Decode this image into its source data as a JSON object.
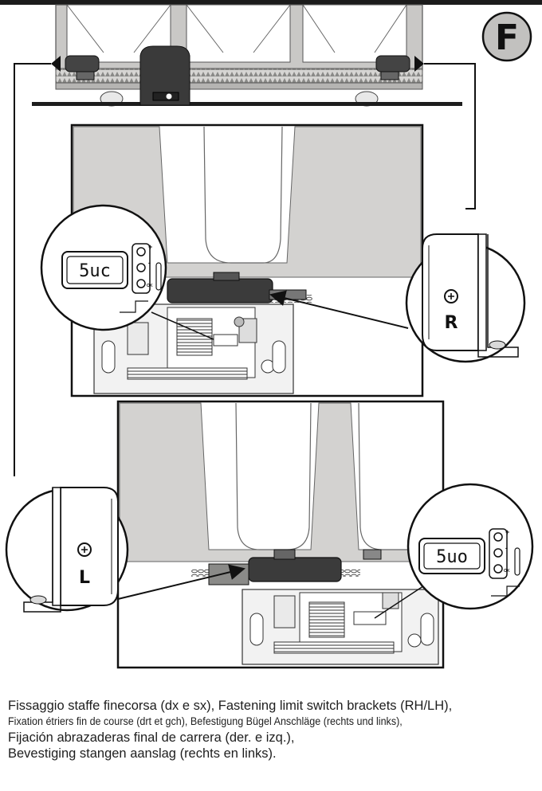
{
  "figure": {
    "badge_letter": "F",
    "display_top": "5uc",
    "display_bottom": "5uo",
    "label_right": "R",
    "label_left": "L",
    "button_plus": "+",
    "button_minus": "-",
    "button_ok": "OK"
  },
  "caption": {
    "line1": "Fissaggio staffe finecorsa (dx e sx), Fastening limit switch brackets (RH/LH),",
    "line2": "Fixation étriers fin de course (drt et gch), Befestigung Bügel Anschläge (rechts und links),",
    "line3": "Fijación abrazaderas final de carrera (der. e izq.),",
    "line4": "Bevestiging stangen aanslag (rechts en links)."
  },
  "colors": {
    "frame": "#1b1b1b",
    "gate": "#c9c8c6",
    "motor": "#3a3a3a",
    "pipe": "#cfcfcd"
  }
}
